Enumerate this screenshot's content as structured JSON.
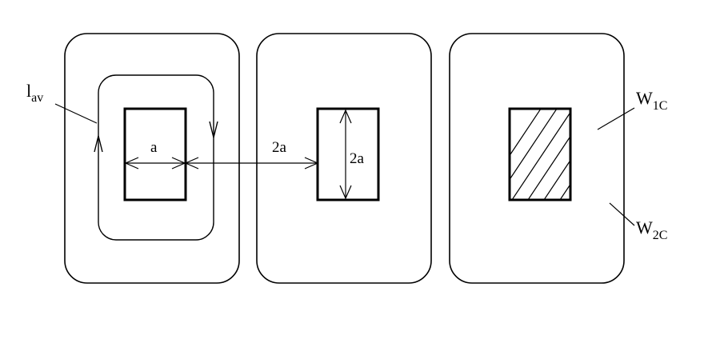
{
  "colors": {
    "stroke": "#000000",
    "background": "#ffffff"
  },
  "labels": {
    "lav_main": "l",
    "lav_sub": "av",
    "dim_a": "a",
    "dim_2a_horizontal": "2a",
    "dim_2a_vertical": "2a",
    "w1c_main": "W",
    "w1c_sub": "1C",
    "w2c_main": "W",
    "w2c_sub": "2C"
  }
}
